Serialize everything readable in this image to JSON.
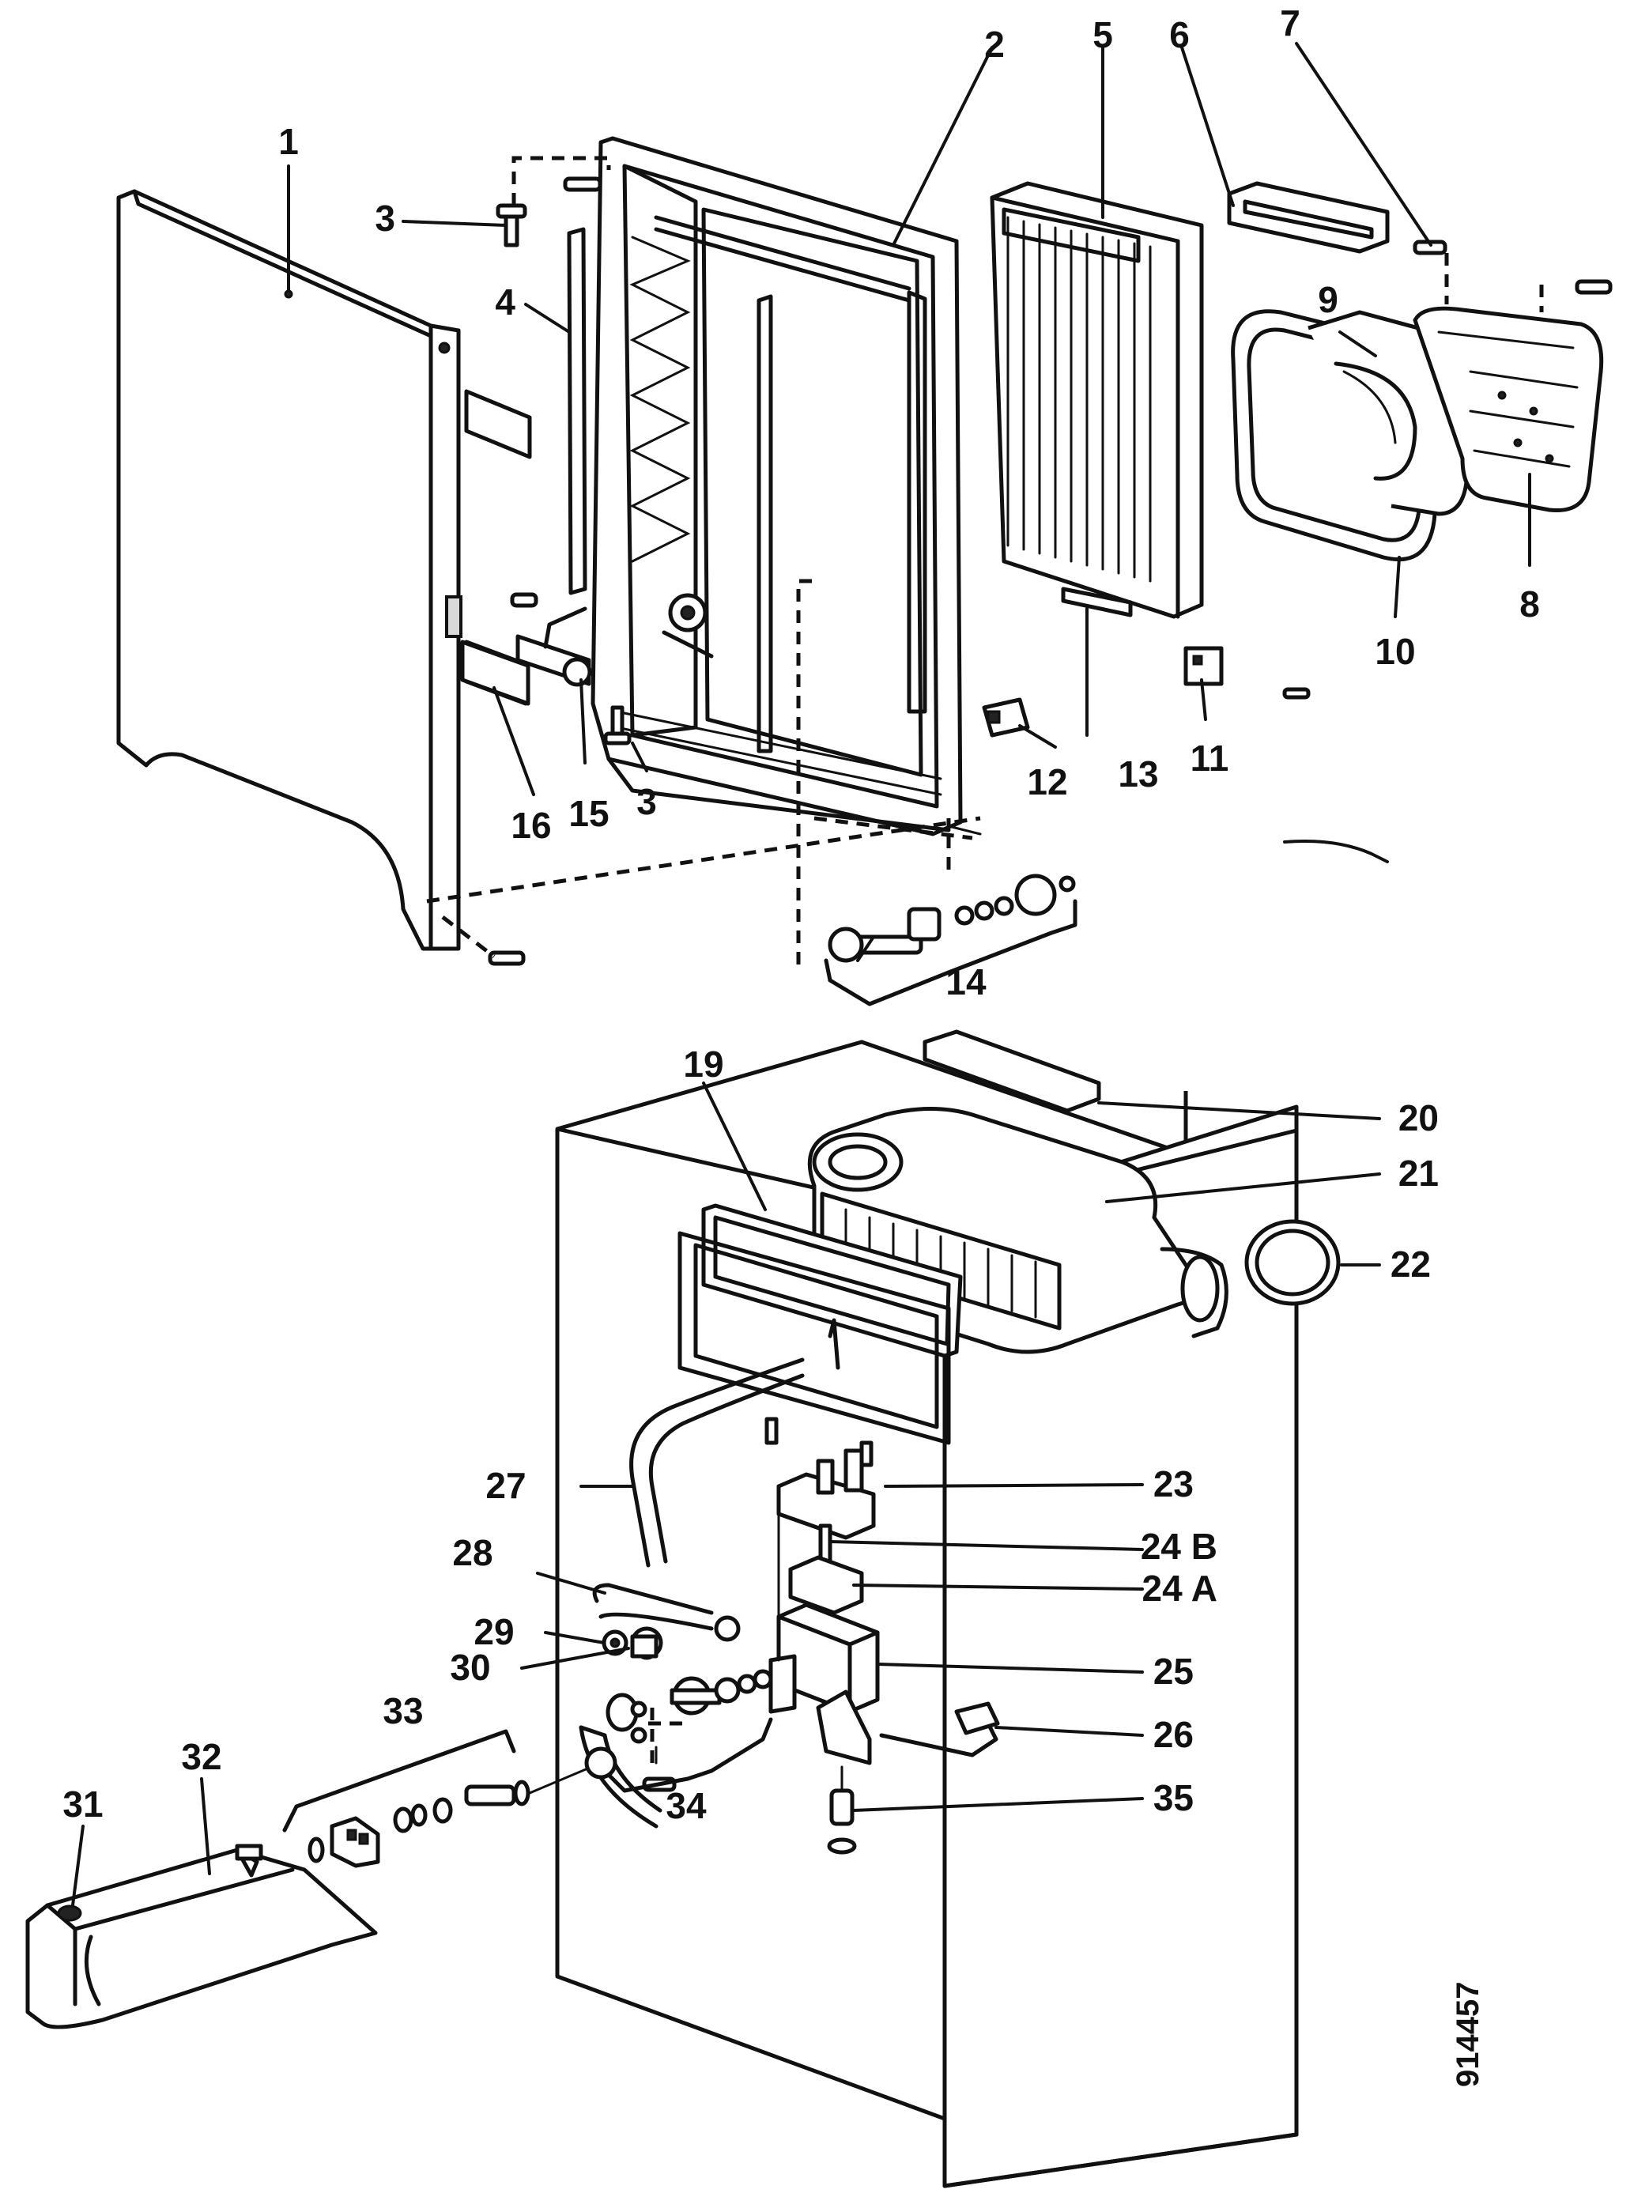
{
  "drawing_number": "914457",
  "callouts": {
    "c1": "1",
    "c2": "2",
    "c3a": "3",
    "c3b": "3",
    "c4": "4",
    "c5": "5",
    "c6": "6",
    "c7": "7",
    "c8": "8",
    "c9": "9",
    "c10": "10",
    "c11": "11",
    "c12": "12",
    "c13": "13",
    "c14": "14",
    "c15": "15",
    "c16": "16",
    "c19": "19",
    "c20": "20",
    "c21": "21",
    "c22": "22",
    "c23": "23",
    "c24b": "24 B",
    "c24a": "24 A",
    "c25": "25",
    "c26": "26",
    "c27": "27",
    "c28": "28",
    "c29": "29",
    "c30": "30",
    "c31": "31",
    "c32": "32",
    "c33": "33",
    "c34": "34",
    "c35": "35"
  }
}
